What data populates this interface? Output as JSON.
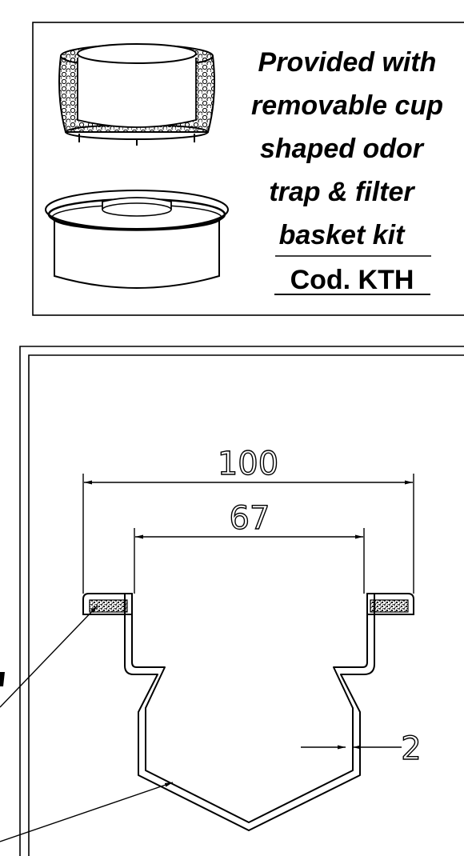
{
  "info_box": {
    "lines": [
      "Provided with",
      "removable cup",
      "shaped odor",
      "trap & filter",
      "basket kit"
    ],
    "code": "Cod. KTH"
  },
  "dimensions": {
    "outer_width": "100",
    "inner_width": "67",
    "wall_thickness": "2"
  },
  "illustrations": [
    "filter-basket",
    "odor-trap-cup"
  ]
}
